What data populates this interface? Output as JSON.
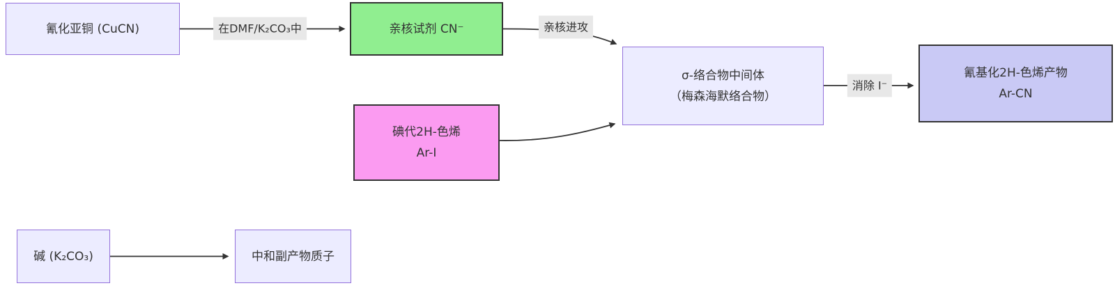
{
  "diagram_type": "flowchart",
  "colors": {
    "background": "#FFFFFF",
    "node_default_fill": "#ECECFF",
    "node_default_border": "#9370DB",
    "reagent_green_fill": "#90EE90",
    "substrate_pink_fill": "#FB9BF1",
    "product_periwinkle_fill": "#C9C9F5",
    "dark_border": "#333333",
    "edge_line": "#333333",
    "edge_label_bg": "#E8E8E8",
    "text": "#333333"
  },
  "nodes": {
    "cucn": {
      "label": "氰化亚铜 (CuCN)"
    },
    "cn": {
      "label": "亲核试剂 CN⁻"
    },
    "sigma": {
      "line1": "σ-络合物中间体",
      "line2": "（梅森海默络合物）"
    },
    "product": {
      "line1": "氰基化2H-色烯产物",
      "line2": "Ar-CN"
    },
    "ari": {
      "line1": "碘代2H-色烯",
      "line2": "Ar-I"
    },
    "base": {
      "label": "碱 (K₂CO₃)"
    },
    "neutral": {
      "label": "中和副产物质子"
    }
  },
  "edges": [
    {
      "from": "cucn",
      "to": "cn",
      "label": "在DMF/K₂CO₃中"
    },
    {
      "from": "cn",
      "to": "sigma",
      "label": "亲核进攻"
    },
    {
      "from": "ari",
      "to": "sigma",
      "label": ""
    },
    {
      "from": "sigma",
      "to": "product",
      "label": "消除 I⁻"
    },
    {
      "from": "base",
      "to": "neutral",
      "label": ""
    }
  ]
}
